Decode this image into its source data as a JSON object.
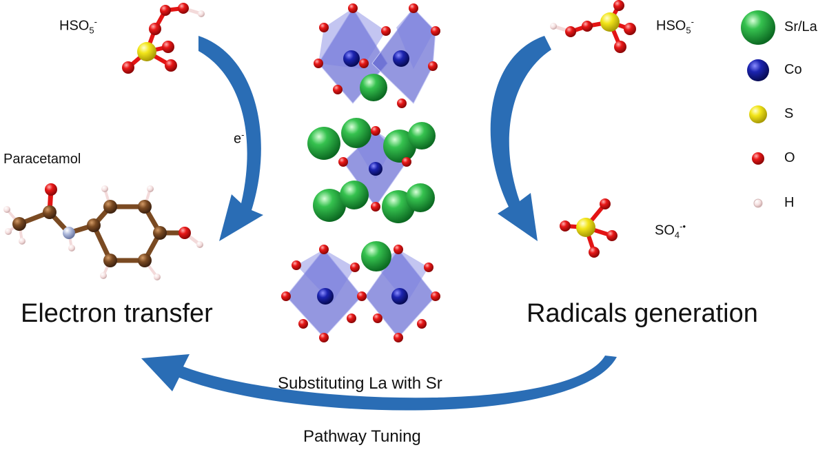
{
  "labels": {
    "hso5_left": "HSO",
    "hso5_left_sub": "5",
    "hso5_left_sup": "-",
    "hso5_right": "HSO",
    "hso5_right_sub": "5",
    "hso5_right_sup": "-",
    "electron": "e",
    "electron_sup": "-",
    "paracetamol": "Paracetamol",
    "so4": "SO",
    "so4_sub": "4",
    "so4_sup": "-•",
    "electron_transfer": "Electron transfer",
    "radicals_generation": "Radicals generation",
    "substituting": "Substituting La with Sr",
    "pathway": "Pathway Tuning"
  },
  "legend": [
    {
      "label": "Sr/La",
      "color": "#1fa23c",
      "icon": "sr-la-atom-icon"
    },
    {
      "label": "Co",
      "color": "#141a9a",
      "icon": "co-atom-icon"
    },
    {
      "label": "S",
      "color": "#f4e81a",
      "icon": "s-atom-icon"
    },
    {
      "label": "O",
      "color": "#e31414",
      "icon": "o-atom-icon"
    },
    {
      "label": "H",
      "color": "#f3dada",
      "icon": "h-atom-icon"
    }
  ],
  "colors": {
    "arrow": "#2a6db5",
    "octahedron": "#5a5fd0",
    "carbon": "#7a4a22",
    "nitrogen": "#a8b4d8"
  }
}
